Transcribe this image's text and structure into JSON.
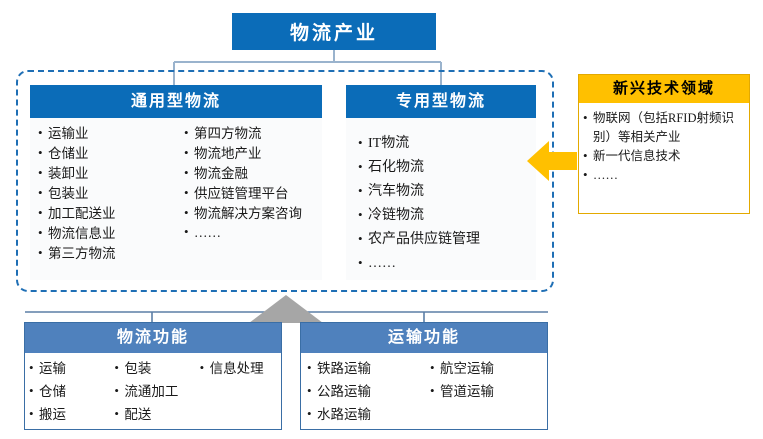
{
  "title": {
    "text": "物流产业"
  },
  "colors": {
    "dark_blue": "#0b6cb8",
    "light_blue": "#4f81bd",
    "orange": "#ffc000",
    "dashed_border": "#1f6fb5",
    "gray_arrow": "#a6a6a6"
  },
  "general": {
    "header": "通用型物流",
    "column_left": [
      "运输业",
      "仓储业",
      "装卸业",
      "包装业",
      "加工配送业",
      "物流信息业",
      "第三方物流"
    ],
    "column_right": [
      "第四方物流",
      "物流地产业",
      "物流金融",
      "供应链管理平台",
      "物流解决方案咨询",
      "……"
    ]
  },
  "special": {
    "header": "专用型物流",
    "items": [
      "IT物流",
      "石化物流",
      "汽车物流",
      "冷链物流",
      "农产品供应链管理",
      "……"
    ]
  },
  "tech": {
    "header": "新兴技术领域",
    "items": [
      "物联网（包括RFID射频识别）等相关产业",
      "新一代信息技术",
      "……"
    ]
  },
  "logistics_function": {
    "header": "物流功能",
    "column_1": [
      "运输",
      "仓储",
      "搬运"
    ],
    "column_2": [
      "包装",
      "流通加工",
      "配送"
    ],
    "column_3": [
      "信息处理"
    ]
  },
  "transport_function": {
    "header": "运输功能",
    "column_1": [
      "铁路运输",
      "公路运输",
      "水路运输"
    ],
    "column_2": [
      "航空运输",
      "管道运输"
    ]
  }
}
